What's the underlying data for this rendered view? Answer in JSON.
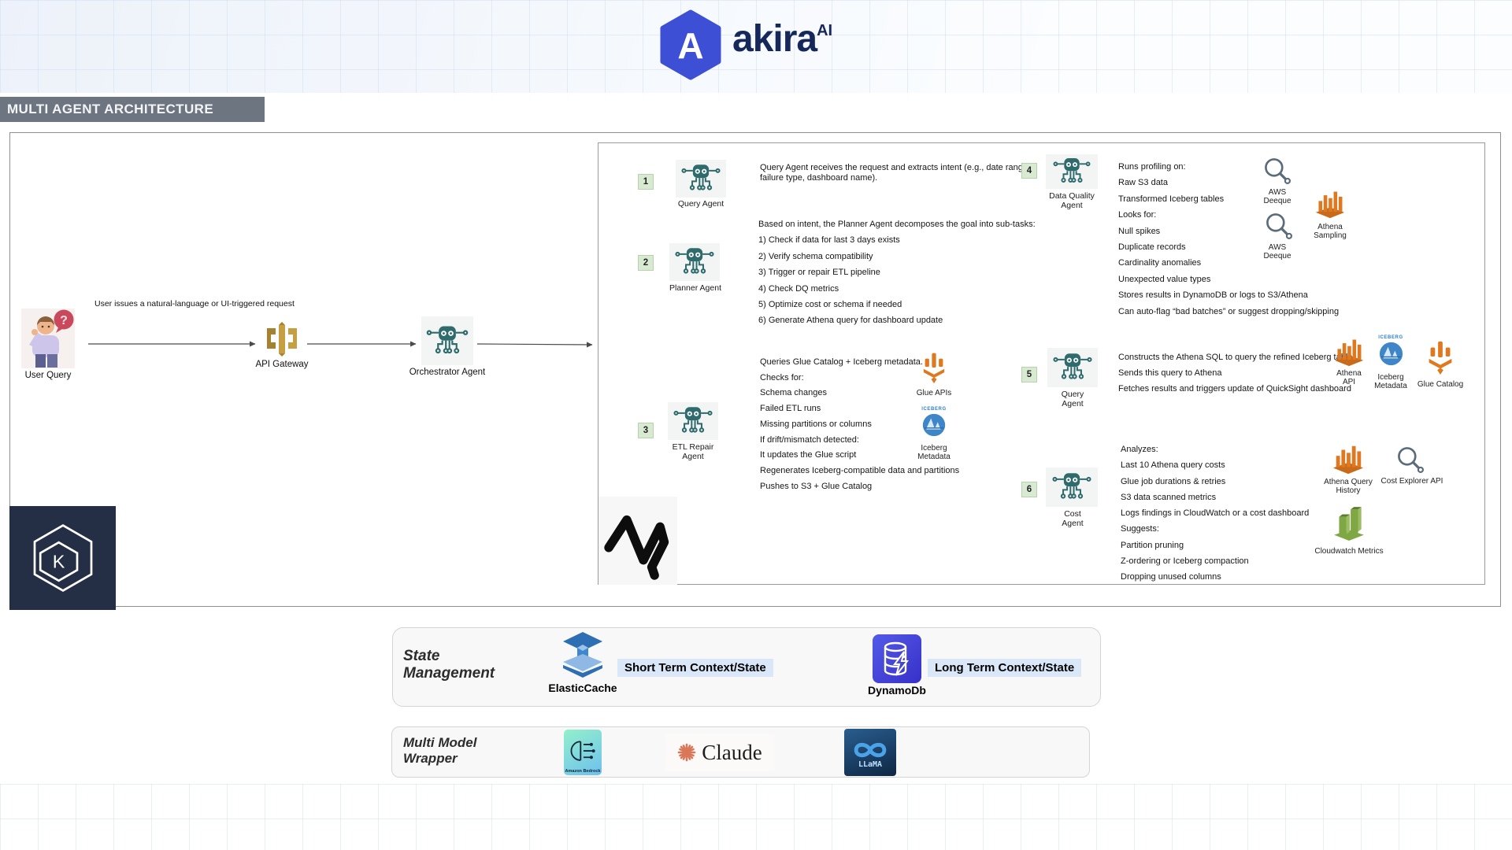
{
  "brand": {
    "name": "akira",
    "sup": "AI"
  },
  "title": "MULTI AGENT ARCHITECTURE",
  "flow": {
    "note": "User issues a natural-language or UI-triggered request",
    "user": "User Query",
    "gateway": "API Gateway",
    "orchestrator": "Orchestrator Agent"
  },
  "agents": [
    {
      "num": "1",
      "name": "Query Agent",
      "lines": [
        "Query Agent receives the request and extracts intent (e.g., date range,",
        "failure type, dashboard name)."
      ]
    },
    {
      "num": "2",
      "name": "Planner Agent",
      "lines": [
        "Based on intent, the Planner Agent decomposes the goal into sub-tasks:",
        "1) Check if data for last 3 days exists",
        "2) Verify schema compatibility",
        "3) Trigger or repair ETL pipeline",
        "4) Check DQ metrics",
        "5) Optimize cost or schema if needed",
        "6) Generate Athena query for dashboard update"
      ]
    },
    {
      "num": "3",
      "name": "ETL Repair Agent",
      "lines": [
        "Queries Glue Catalog + Iceberg metadata.",
        "Checks for:",
        "Schema changes",
        "Failed ETL runs",
        "Missing partitions or columns",
        "If drift/mismatch detected:",
        "It updates the Glue script",
        "Regenerates Iceberg-compatible data and partitions",
        "Pushes to S3 + Glue Catalog"
      ]
    },
    {
      "num": "4",
      "name": "Data Quality Agent",
      "lines": [
        "Runs profiling on:",
        "Raw S3 data",
        "Transformed Iceberg tables",
        "Looks for:",
        "Null spikes",
        "Duplicate records",
        "Cardinality anomalies",
        "Unexpected value types",
        "Stores results in DynamoDB or logs to S3/Athena",
        "Can auto-flag “bad batches” or suggest dropping/skipping"
      ]
    },
    {
      "num": "5",
      "name": "Query Agent",
      "lines": [
        "Constructs the Athena SQL to query the refined Iceberg table",
        "Sends this query to Athena",
        "Fetches results and triggers update of QuickSight dashboard"
      ]
    },
    {
      "num": "6",
      "name": "Cost Agent",
      "lines": [
        "Analyzes:",
        "Last 10 Athena query costs",
        "Glue job durations & retries",
        "S3 data scanned metrics",
        "Logs findings in CloudWatch or a cost dashboard",
        "Suggests:",
        "Partition pruning",
        "Z-ordering or Iceberg compaction",
        "Dropping unused columns"
      ]
    }
  ],
  "services": {
    "glue_apis": "Glue APIs",
    "iceberg_metadata": "Iceberg Metadata",
    "iceberg_brand": "ICEBERG",
    "aws_deeque": "AWS Deeque",
    "athena_sampling": "Athena Sampling",
    "athena_api": "Athena API",
    "glue_catalog": "Glue Catalog",
    "athena_query_history": "Athena Query History",
    "cost_explorer_api": "Cost Explorer API",
    "cloudwatch_metrics": "Cloudwatch Metrics"
  },
  "state_management": {
    "heading": "State Management",
    "elasticache": "ElasticCache",
    "short_term": "Short Term Context/State",
    "dynamodb": "DynamoDb",
    "long_term": "Long Term Context/State"
  },
  "multi_model_wrapper": {
    "heading": "Multi Model Wrapper",
    "bedrock": "Amazon Bedrock",
    "claude": "Claude",
    "llama": "LLaMA"
  },
  "colors": {
    "accent_blue": "#3d4fd4",
    "agent_teal": "#2f6b6d",
    "aws_orange": "#e0781f",
    "gateway_gold": "#c79f43",
    "cloudwatch_green": "#7fa845",
    "brand_navy": "#16275c"
  }
}
